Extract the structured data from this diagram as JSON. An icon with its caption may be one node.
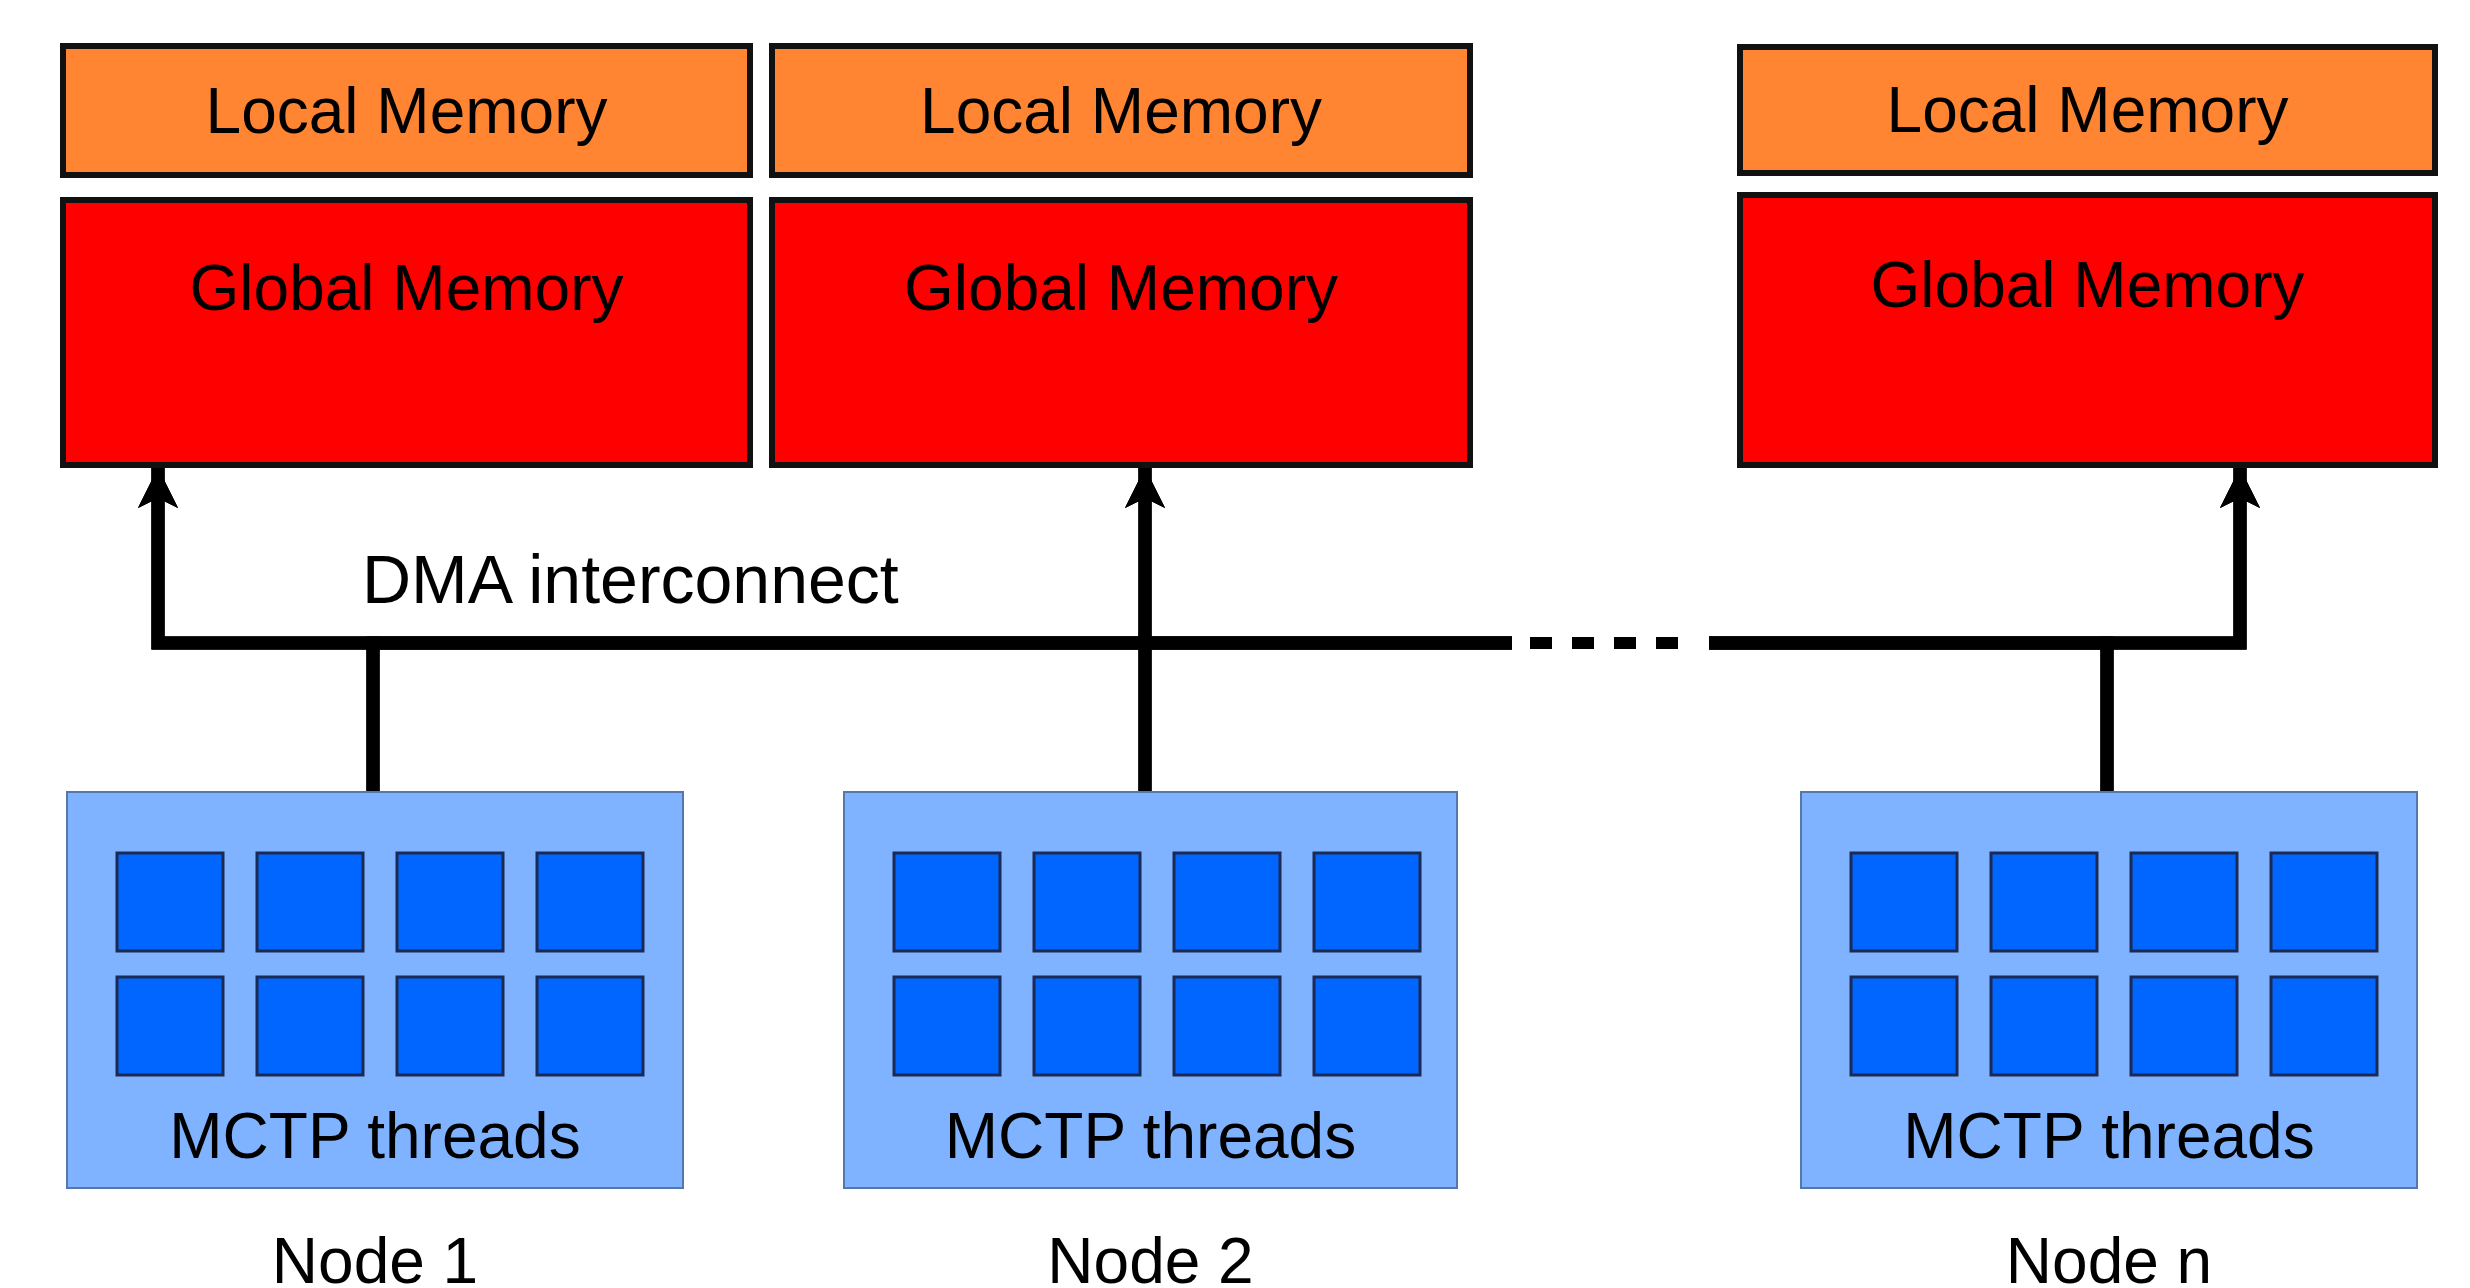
{
  "diagram": {
    "nodes": [
      {
        "text": [
          "Local Memory"
        ]
      },
      {
        "text": [
          "Global Memory"
        ]
      },
      {
        "text": [
          "Local Memory"
        ]
      },
      {
        "text": [
          "Global Memory"
        ]
      },
      {
        "text": [
          "Local Memory"
        ]
      },
      {
        "text": [
          "Global Memory"
        ]
      },
      {
        "text": [
          "MCTP threads"
        ],
        "beside": [
          "Node 1"
        ]
      },
      {
        "text": [
          "MCTP threads"
        ],
        "beside": [
          "Node 2"
        ]
      },
      {
        "text": [
          "MCTP threads"
        ],
        "beside": [
          "Node n"
        ]
      }
    ],
    "edges": [
      {
        "from": 6,
        "to": 1,
        "arrow": "to"
      },
      {
        "from": 6,
        "to": 3,
        "arrow": "to"
      },
      {
        "from": 6,
        "to": 5,
        "arrow": "to"
      },
      {
        "from": 7,
        "to": 1,
        "arrow": "to"
      },
      {
        "from": 7,
        "to": 3,
        "arrow": "to"
      },
      {
        "from": 7,
        "to": 5,
        "arrow": "to"
      },
      {
        "from": 8,
        "to": 1,
        "arrow": "to"
      },
      {
        "from": 8,
        "to": 3,
        "arrow": "to"
      },
      {
        "from": 8,
        "to": 5,
        "arrow": "to"
      }
    ],
    "labels": [
      "DMA interconnect"
    ]
  }
}
